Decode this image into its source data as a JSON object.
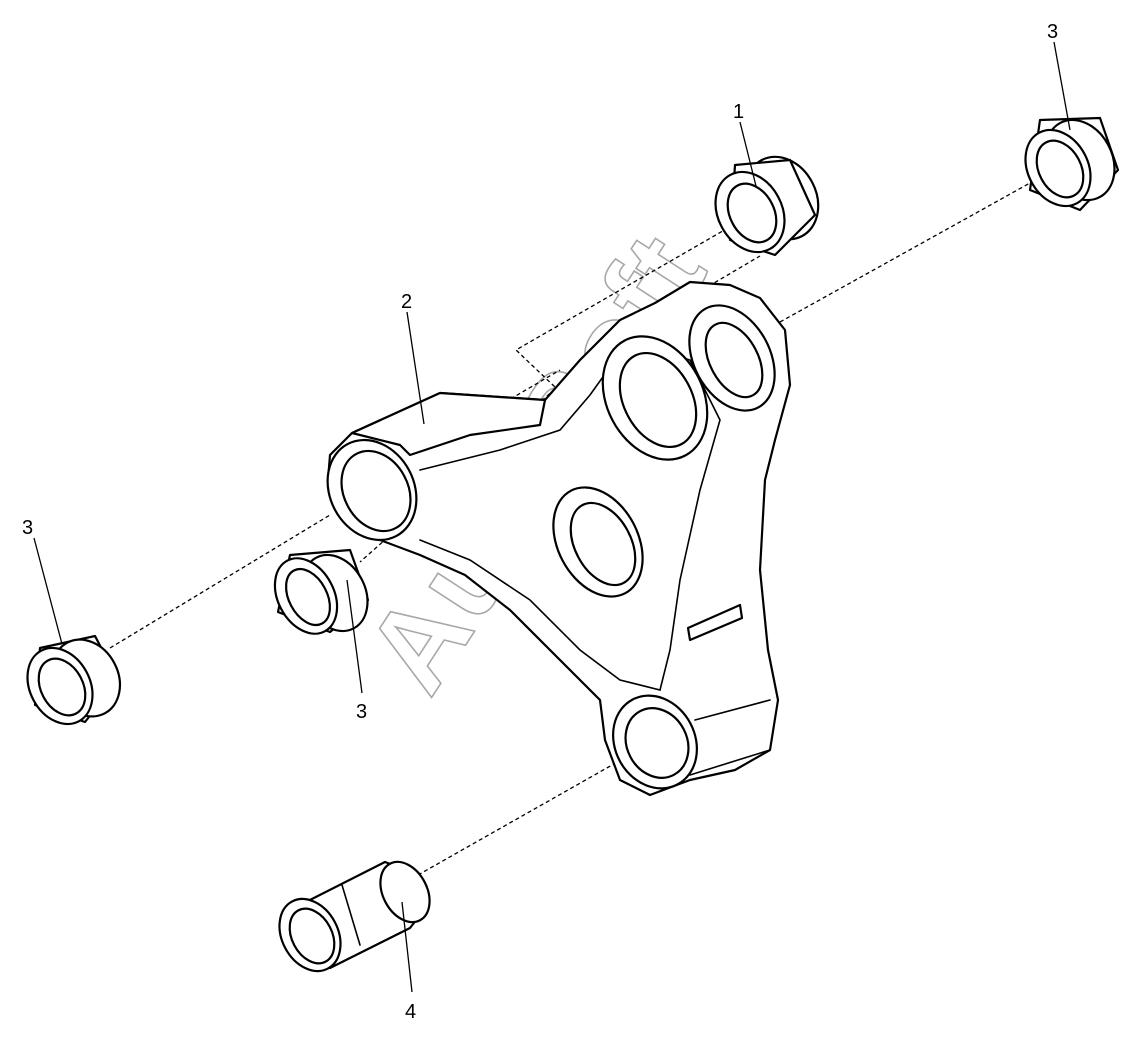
{
  "diagram": {
    "callouts": [
      {
        "id": "c1",
        "text": "1"
      },
      {
        "id": "c2",
        "text": "2"
      },
      {
        "id": "c3a",
        "text": "3"
      },
      {
        "id": "c3b",
        "text": "3"
      },
      {
        "id": "c3c",
        "text": "3"
      },
      {
        "id": "c4",
        "text": "4"
      }
    ],
    "watermark": "AutoSoft",
    "colors": {
      "ink": "#000000",
      "paper": "#ffffff",
      "watermark": "#a8a8a8"
    }
  }
}
